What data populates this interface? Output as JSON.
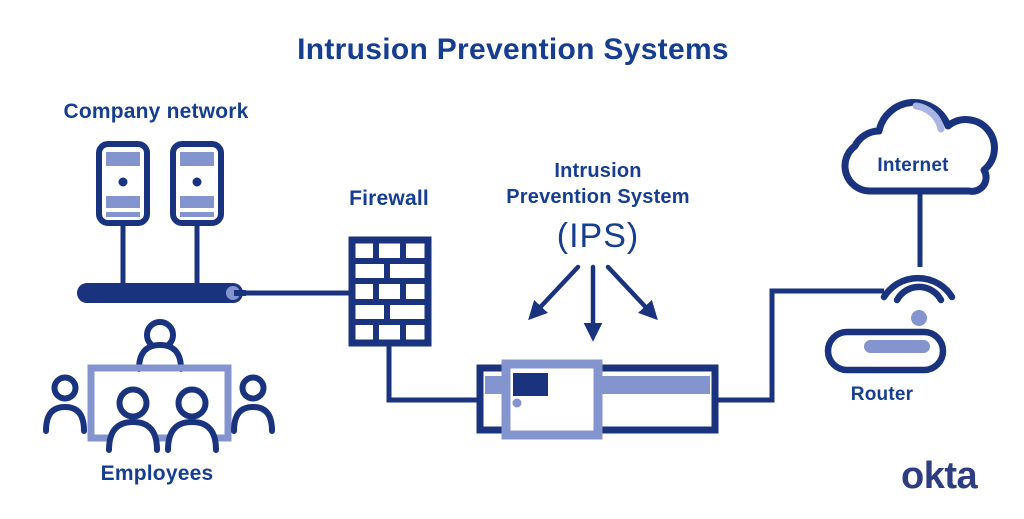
{
  "title": "Intrusion Prevention Systems",
  "colors": {
    "navy": "#1A337E",
    "text_blue": "#153E90",
    "periwinkle": "#8394CF",
    "periwinkle_light": "#A9B5E2",
    "logo_blue": "#2E3D82",
    "bg": "#FFFFFF"
  },
  "nodes": {
    "company_network": {
      "label": "Company network",
      "icon": "server-towers"
    },
    "employees": {
      "label": "Employees",
      "icon": "people-group"
    },
    "network_bus": {
      "icon": "network-cable-bar"
    },
    "firewall": {
      "label": "Firewall",
      "icon": "brick-wall"
    },
    "ips": {
      "label_line1": "Intrusion",
      "label_line2": "Prevention System",
      "abbr": "(IPS)",
      "icon": "ips-appliance",
      "arrow_count": 3
    },
    "internet": {
      "label": "Internet",
      "icon": "cloud"
    },
    "router": {
      "label": "Router",
      "icon": "wifi-router"
    }
  },
  "connections": [
    "servers to network bar",
    "network bar to firewall",
    "firewall to ips appliance",
    "ips appliance to router wifi",
    "internet cloud to router wifi"
  ],
  "branding": {
    "logo_text": "okta"
  }
}
